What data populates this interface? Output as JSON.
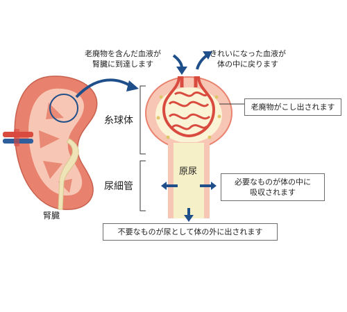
{
  "kidney": {
    "label": "腎臓"
  },
  "inflow": {
    "line1": "老廃物を含んだ血液が",
    "line2": "腎臓に到達します"
  },
  "outflow": {
    "line1": "きれいになった血液が",
    "line2": "体の中に戻ります"
  },
  "glomerulus": {
    "label": "糸球体"
  },
  "tubule": {
    "label": "尿細管"
  },
  "urine": {
    "label": "原尿"
  },
  "callouts": {
    "filter": "老廃物がこし出されます",
    "reabsorb_line1": "必要なものが体の中に",
    "reabsorb_line2": "吸収されます",
    "excrete": "不要なものが尿として体の外に出されます"
  },
  "colors": {
    "kidney_outer": "#e8826f",
    "kidney_inner": "#f7c6b4",
    "vessel_red": "#d94a3f",
    "arrow_blue": "#1f4f8a",
    "urine_fill": "#f6f0c8",
    "capsule": "#f4b8a0"
  }
}
